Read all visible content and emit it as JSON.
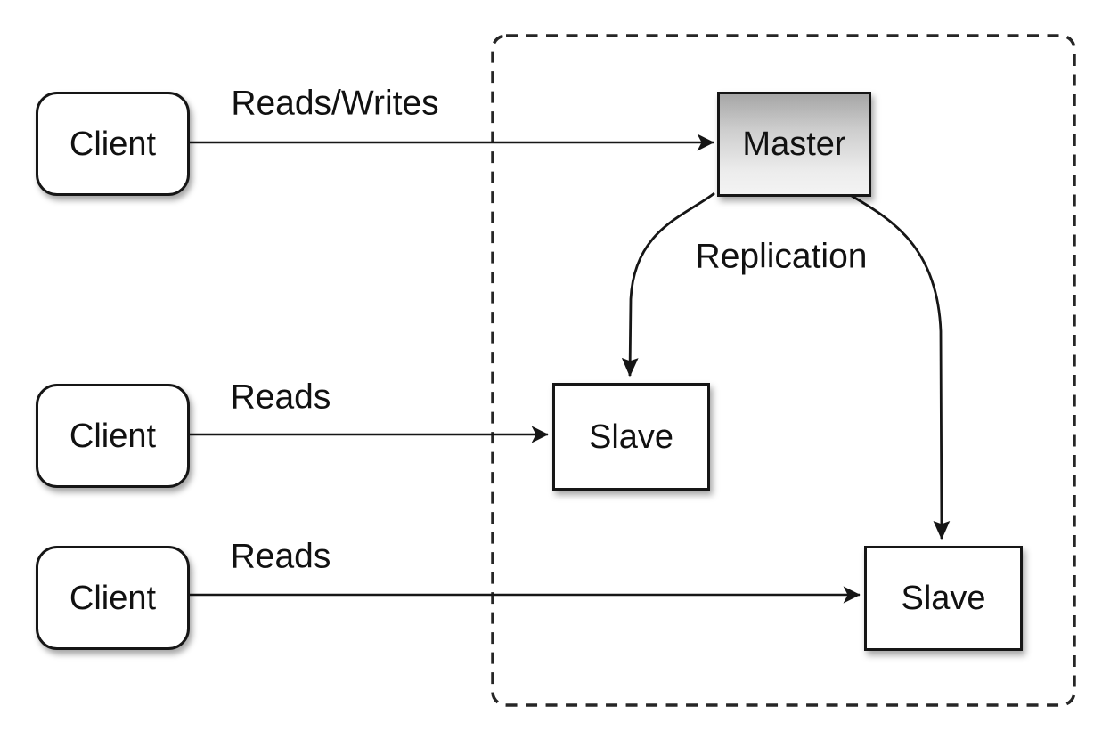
{
  "diagram": {
    "nodes": {
      "client1": {
        "label": "Client"
      },
      "client2": {
        "label": "Client"
      },
      "client3": {
        "label": "Client"
      },
      "master": {
        "label": "Master"
      },
      "slave_middle": {
        "label": "Slave"
      },
      "slave_bottom": {
        "label": "Slave"
      }
    },
    "edge_labels": {
      "reads_writes": "Reads/Writes",
      "reads_middle": "Reads",
      "reads_bottom": "Reads",
      "replication": "Replication"
    },
    "colors": {
      "background": "#ffffff",
      "line": "#161616",
      "node_fill": "#ffffff",
      "node_border": "#161616",
      "master_gradient_top": "#a6a6a6",
      "master_gradient_bottom": "#f3f3f3",
      "text": "#111111"
    }
  }
}
